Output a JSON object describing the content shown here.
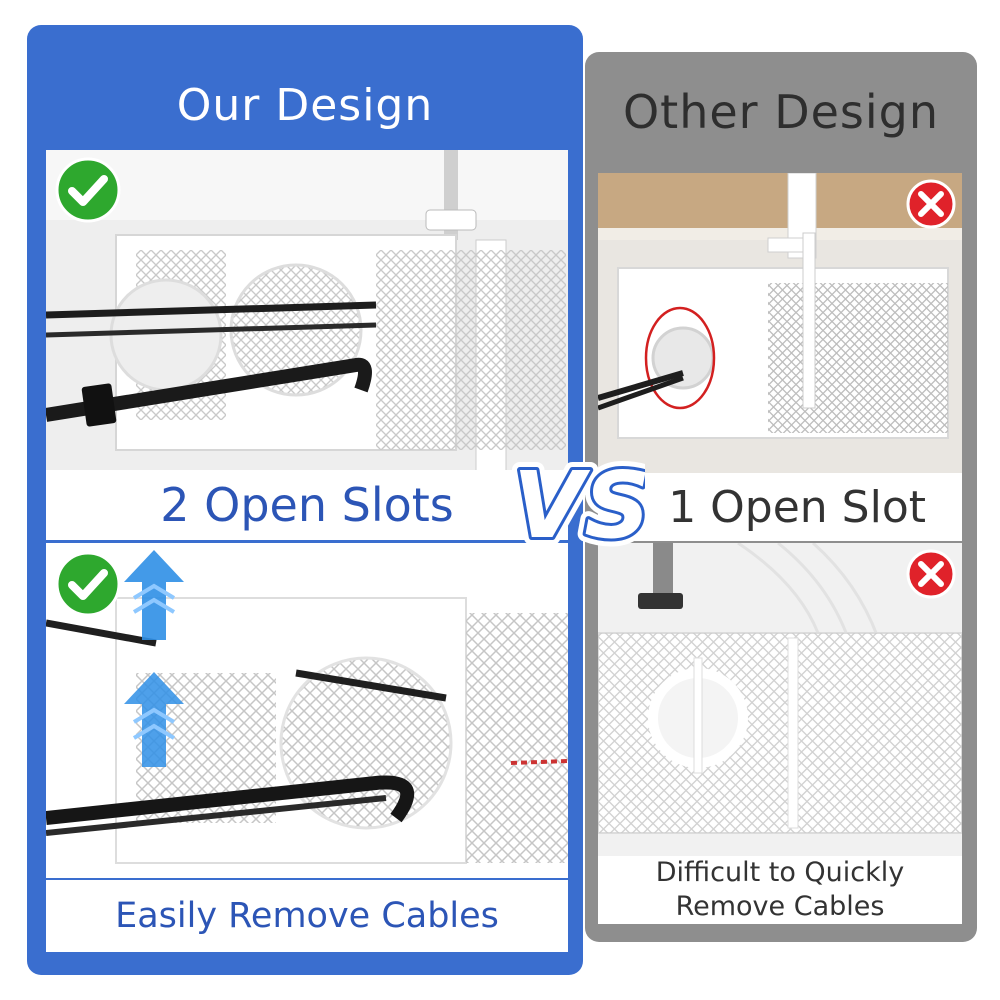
{
  "left": {
    "title": "Our Design",
    "slot_label": "2 Open Slots",
    "bottom_label": "Easily Remove Cables"
  },
  "right": {
    "title": "Other Design",
    "slot_label": "1 Open Slot",
    "bottom_label_line1": "Difficult to Quickly",
    "bottom_label_line2": "Remove Cables"
  },
  "vs_text": "VS",
  "colors": {
    "brand_blue": "#3a6ecf",
    "label_blue": "#2c55b6",
    "gray_panel": "#8e8e8e",
    "check_green": "#2ea82e",
    "cross_red": "#e0222a"
  },
  "icons": [
    "check-icon",
    "cross-icon",
    "up-arrow-icon",
    "vs-emblem"
  ]
}
